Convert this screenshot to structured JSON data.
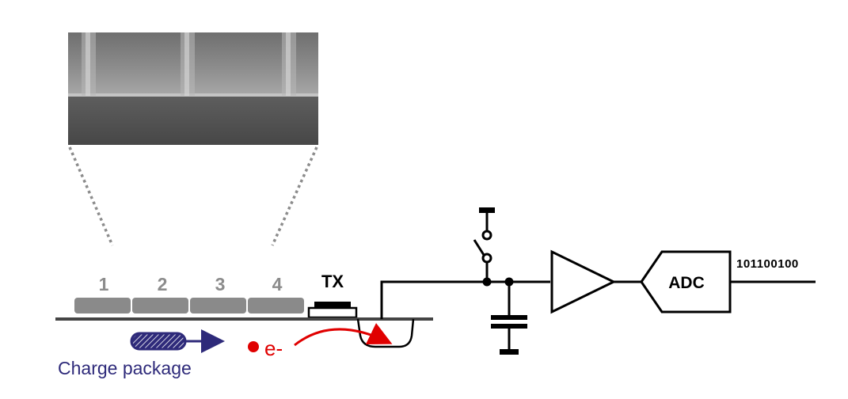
{
  "gates": [
    "1",
    "2",
    "3",
    "4"
  ],
  "transfer_gate_label": "TX",
  "adc_label": "ADC",
  "digital_output": "101100100",
  "charge_package_label": "Charge package",
  "electron_label": "e-",
  "colors": {
    "gate_fill": "#8a8a8a",
    "gate_text": "#8c8c8c",
    "wire": "#000000",
    "electron": "#e00000",
    "charge_package": "#2e2a7a",
    "micrograph_dark": "#555555",
    "micrograph_light": "#9a9a9a"
  }
}
